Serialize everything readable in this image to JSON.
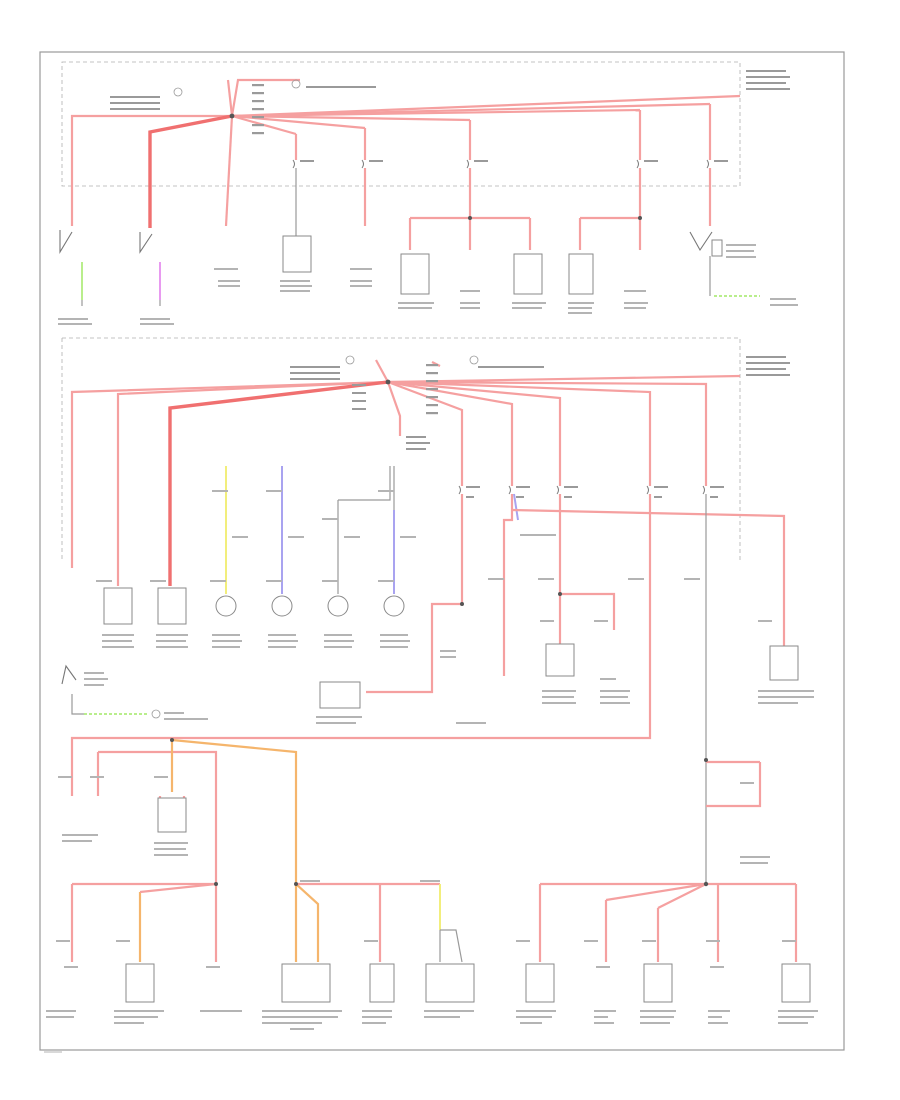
{
  "diagram": {
    "kind": "automotive power distribution wiring diagram",
    "colors": {
      "power_wire": "#f5a0a0",
      "power_wire_heavy": "#f07070",
      "ground_wire": "#9a9a9a",
      "yellow_wire": "#f2ee7c",
      "blue_wire": "#a9a3f0",
      "orange_wire": "#f5b56c",
      "green_wire": "#b9ee8c",
      "pink_wire": "#e89af0",
      "frame": "#9a9a9a"
    },
    "sections": [
      "upper-fuse-relay-box",
      "lower-fuse-relay-box",
      "splice-distribution"
    ],
    "upper_components": 9,
    "lower_components": 11,
    "bottom_components": 11
  }
}
